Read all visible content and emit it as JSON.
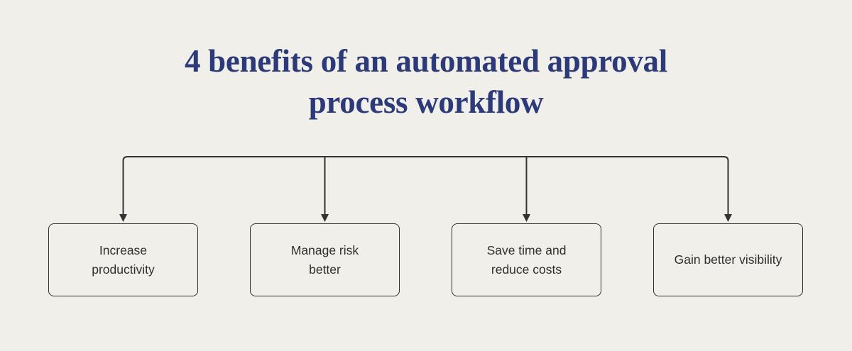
{
  "title": {
    "text": "4 benefits of an automated approval\nprocess workflow"
  },
  "benefits": [
    {
      "label": "Increase\nproductivity"
    },
    {
      "label": "Manage risk\nbetter"
    },
    {
      "label": "Save time and\nreduce costs"
    },
    {
      "label": "Gain better visibility"
    }
  ],
  "colors": {
    "background": "#f1efe9",
    "title_text": "#2c3a79",
    "connector_line": "#333333",
    "box_border": "#2f2f2f",
    "box_text": "#2e2e2e"
  }
}
